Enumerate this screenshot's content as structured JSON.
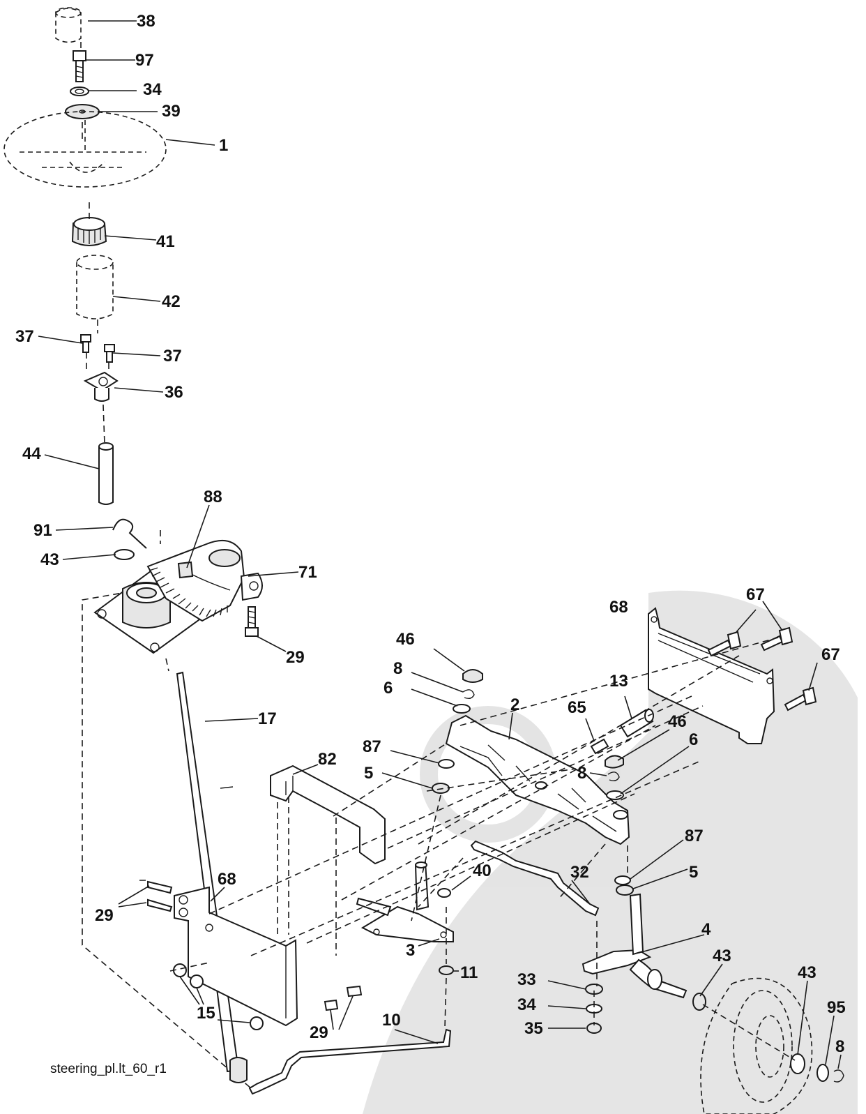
{
  "caption": "steering_pl.lt_60_r1",
  "callouts": [
    {
      "id": "38",
      "text": "38"
    },
    {
      "id": "97",
      "text": "97"
    },
    {
      "id": "34a",
      "text": "34"
    },
    {
      "id": "39",
      "text": "39"
    },
    {
      "id": "1",
      "text": "1"
    },
    {
      "id": "41",
      "text": "41"
    },
    {
      "id": "42",
      "text": "42"
    },
    {
      "id": "37a",
      "text": "37"
    },
    {
      "id": "37b",
      "text": "37"
    },
    {
      "id": "36",
      "text": "36"
    },
    {
      "id": "44",
      "text": "44"
    },
    {
      "id": "88",
      "text": "88"
    },
    {
      "id": "91",
      "text": "91"
    },
    {
      "id": "43a",
      "text": "43"
    },
    {
      "id": "71",
      "text": "71"
    },
    {
      "id": "29a",
      "text": "29"
    },
    {
      "id": "17",
      "text": "17"
    },
    {
      "id": "82",
      "text": "82"
    },
    {
      "id": "68a",
      "text": "68"
    },
    {
      "id": "67a",
      "text": "67"
    },
    {
      "id": "67b",
      "text": "67"
    },
    {
      "id": "46a",
      "text": "46"
    },
    {
      "id": "8a",
      "text": "8"
    },
    {
      "id": "6a",
      "text": "6"
    },
    {
      "id": "2",
      "text": "2"
    },
    {
      "id": "13",
      "text": "13"
    },
    {
      "id": "65",
      "text": "65"
    },
    {
      "id": "46b",
      "text": "46"
    },
    {
      "id": "87a",
      "text": "87"
    },
    {
      "id": "6b",
      "text": "6"
    },
    {
      "id": "5a",
      "text": "5"
    },
    {
      "id": "8b",
      "text": "8"
    },
    {
      "id": "87b",
      "text": "87"
    },
    {
      "id": "5b",
      "text": "5"
    },
    {
      "id": "40",
      "text": "40"
    },
    {
      "id": "32",
      "text": "32"
    },
    {
      "id": "29b",
      "text": "29"
    },
    {
      "id": "68b",
      "text": "68"
    },
    {
      "id": "3",
      "text": "3"
    },
    {
      "id": "4",
      "text": "4"
    },
    {
      "id": "43b",
      "text": "43"
    },
    {
      "id": "11",
      "text": "11"
    },
    {
      "id": "33",
      "text": "33"
    },
    {
      "id": "34b",
      "text": "34"
    },
    {
      "id": "35",
      "text": "35"
    },
    {
      "id": "15",
      "text": "15"
    },
    {
      "id": "29c",
      "text": "29"
    },
    {
      "id": "10",
      "text": "10"
    },
    {
      "id": "43c",
      "text": "43"
    },
    {
      "id": "95",
      "text": "95"
    },
    {
      "id": "8c",
      "text": "8"
    }
  ]
}
